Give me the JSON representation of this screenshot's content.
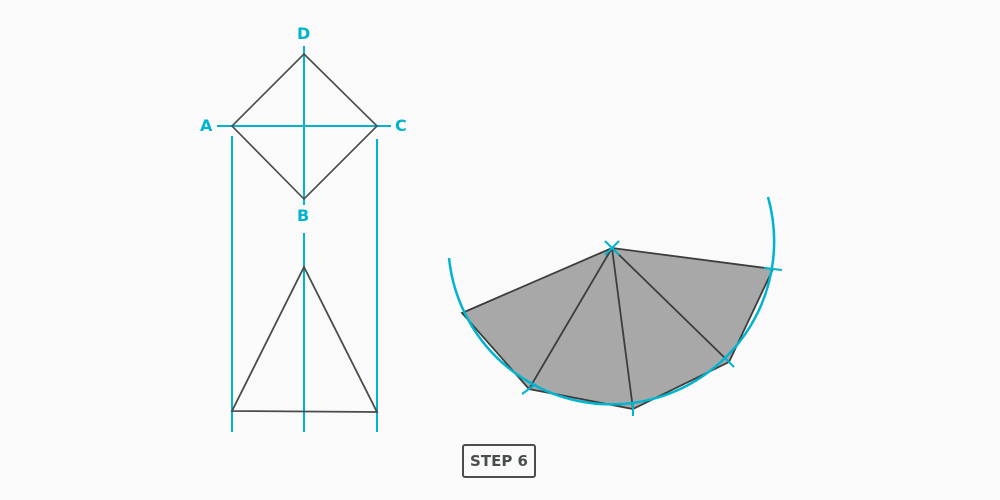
{
  "labels": {
    "a": "A",
    "b": "B",
    "c": "C",
    "d": "D"
  },
  "step_badge": {
    "label": "STEP 6"
  },
  "colors": {
    "construction": "#00b4cf",
    "outline": "#4a4a4a",
    "fill": "#a8a8a8",
    "background": "#fafafa"
  }
}
